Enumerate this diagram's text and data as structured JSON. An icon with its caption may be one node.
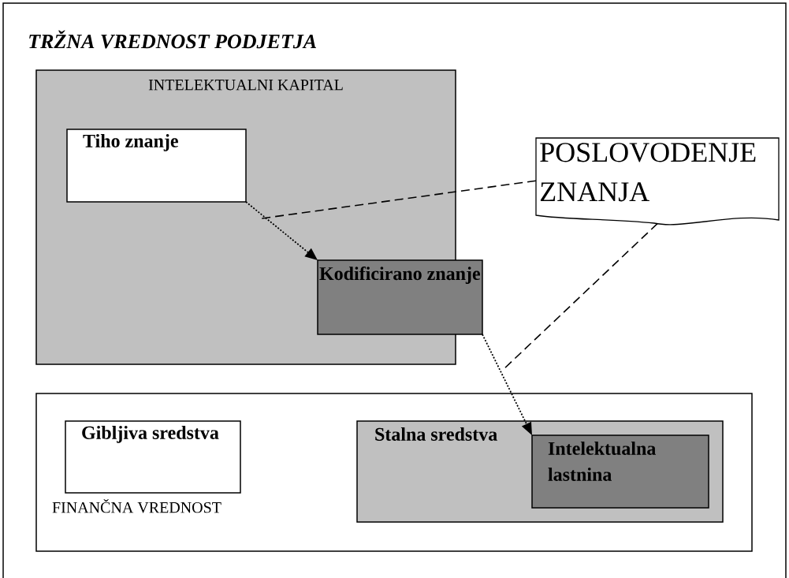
{
  "diagram": {
    "title": "TRŽNA VREDNOST PODJETJA",
    "nodes": [
      {
        "text": [
          "INTELEKTUALNI KAPITAL"
        ]
      },
      {
        "text": [
          "Tiho znanje"
        ],
        "in": 0
      },
      {
        "text": [
          "Kodificirano znanje"
        ],
        "in": 0
      },
      {
        "text": [
          "POSLOVODENJE ZNANJA"
        ]
      },
      {
        "text": [
          "FINANČNA VREDNOST"
        ]
      },
      {
        "text": [
          "Gibljiva sredstva"
        ],
        "in": 4
      },
      {
        "text": [
          "Stalna sredstva"
        ],
        "in": 4
      },
      {
        "text": [
          "Intelektualna lastnina"
        ],
        "in": 6
      }
    ],
    "edges": [
      {
        "from": 1,
        "to": 2,
        "arrow": "to"
      },
      {
        "from": 2,
        "to": 7,
        "arrow": "to"
      },
      {
        "from": 3,
        "to": null,
        "arrow": "none",
        "style": "dashed"
      },
      {
        "from": 3,
        "to": null,
        "arrow": "none",
        "style": "dashed"
      }
    ]
  }
}
